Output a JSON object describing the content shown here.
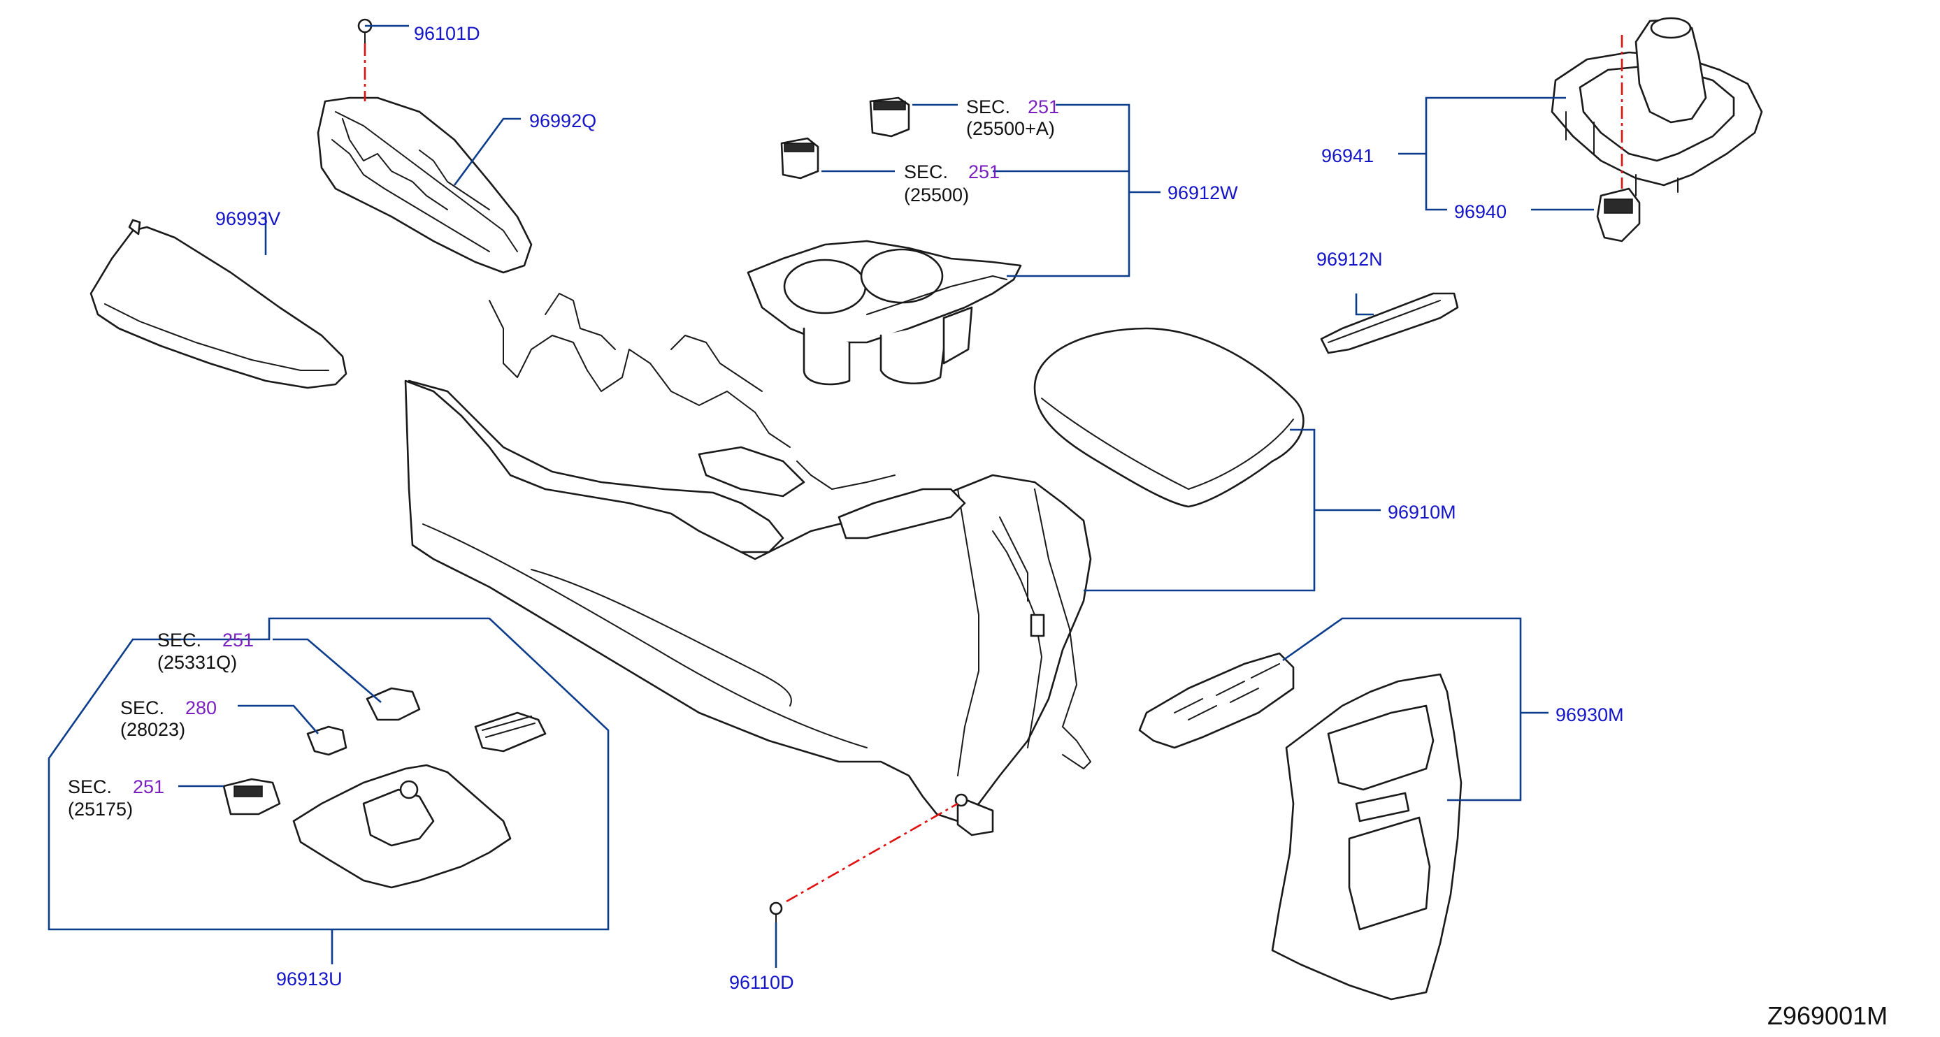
{
  "diagram_id": "Z969001M",
  "colors": {
    "part_number": "#1414c8",
    "section_number": "#7a1fc0",
    "text": "#111111",
    "leader": "#0c3c8c",
    "axis": "#e01010"
  },
  "parts": {
    "screw_top": "96101D",
    "console_finisher_front": "96992Q",
    "console_cover_side": "96993V",
    "cupholder_assembly": "96912W",
    "shift_finisher": "96941",
    "shift_indicator": "96940",
    "bracket": "96912N",
    "console_box": "96910M",
    "rear_finisher": "96930M",
    "front_finisher_assembly": "96913U",
    "screw_bottom": "96110D"
  },
  "sections": {
    "upper_switch": {
      "prefix": "SEC.",
      "number": "251",
      "code": "(25500+A)"
    },
    "lower_switch": {
      "prefix": "SEC.",
      "number": "251",
      "code": "(25500)"
    },
    "usb_switch": {
      "prefix": "SEC.",
      "number": "251",
      "code": "(25331Q)"
    },
    "socket": {
      "prefix": "SEC.",
      "number": "280",
      "code": "(28023)"
    },
    "hazard_switch": {
      "prefix": "SEC.",
      "number": "251",
      "code": "(25175)"
    }
  }
}
